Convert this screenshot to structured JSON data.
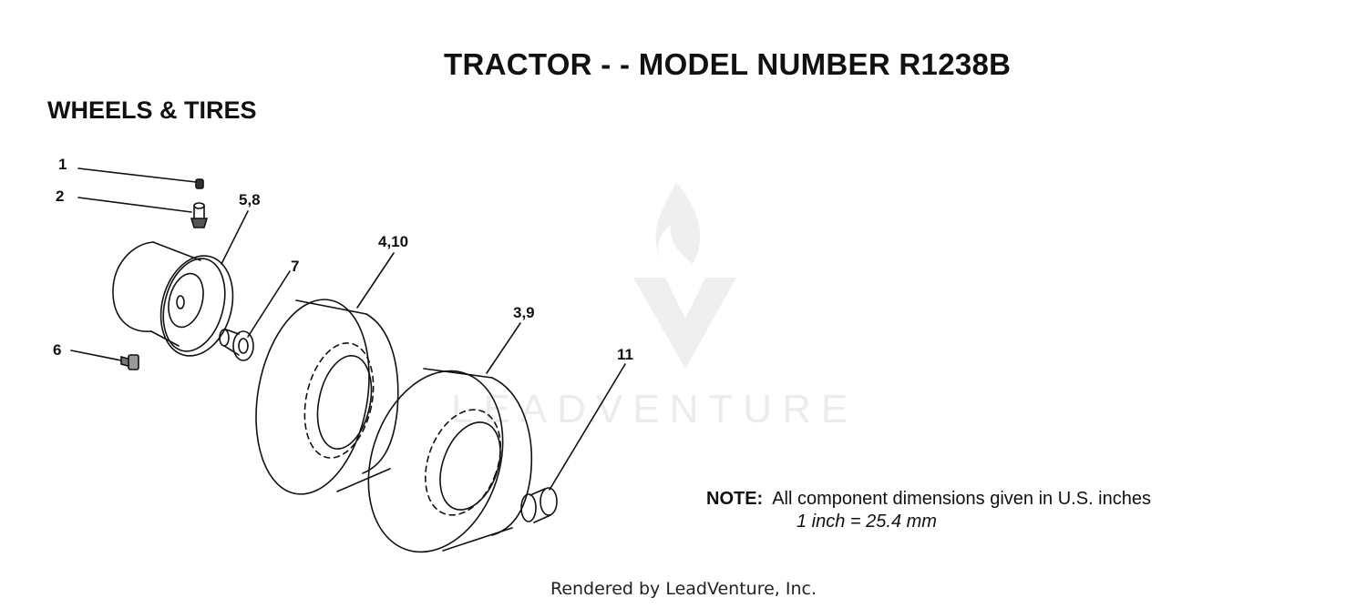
{
  "header": {
    "title": "TRACTOR - - MODEL NUMBER R1238B"
  },
  "section": {
    "title": "WHEELS & TIRES"
  },
  "callouts": {
    "c1": "1",
    "c2": "2",
    "c58": "5,8",
    "c7": "7",
    "c410": "4,10",
    "c39": "3,9",
    "c6": "6",
    "c11": "11"
  },
  "note": {
    "label": "NOTE:",
    "text": "All component dimensions given in U.S. inches",
    "conversion": "1 inch = 25.4 mm"
  },
  "watermark": {
    "brand": "LEADVENTURE"
  },
  "footer": {
    "text": "Rendered by LeadVenture, Inc."
  }
}
